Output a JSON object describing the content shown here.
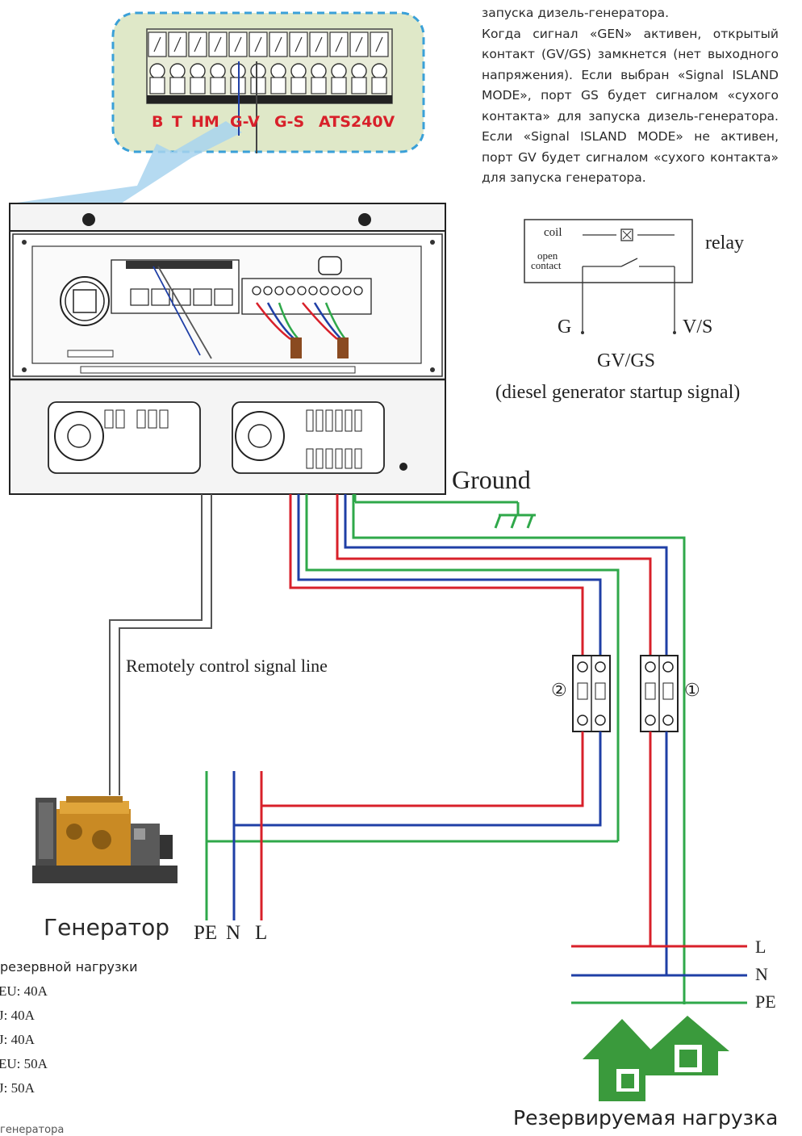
{
  "description": {
    "line1": "запуска дизель-генератора.",
    "paragraph": "Когда сигнал «GEN» активен, открытый контакт (GV/GS) замкнется (нет выходного напряжения). Если выбран «Signal ISLAND MODE», порт GS будет сигналом «сухого контакта» для запуска дизель-генератора. Если «Signal ISLAND MODE» не активен, порт GV будет сигналом «сухого контакта» для запуска генератора."
  },
  "terminal_labels": [
    "B",
    "T",
    "HM",
    "G-V",
    "G-S",
    "ATS240V"
  ],
  "relay": {
    "coil": "coil",
    "open_contact_1": "open",
    "open_contact_2": "contact",
    "relay": "relay",
    "g": "G",
    "vs": "V/S",
    "gvgs": "GV/GS",
    "caption": "(diesel generator startup signal)"
  },
  "ground_label": "Ground",
  "signal_line_label": "Remotely control signal line",
  "breaker_labels": [
    "②",
    "①"
  ],
  "generator_label": "Генератор",
  "gen_terminals": [
    "PE",
    "N",
    "L"
  ],
  "load_terminals": [
    "L",
    "N",
    "PE"
  ],
  "load_label": "Резервируемая нагрузка",
  "backup_header": "резервной нагрузки",
  "specs": [
    "EU: 40A",
    "J: 40A",
    "J: 40A",
    "EU: 50A",
    "J: 50A"
  ],
  "bottom_cut": "генератора",
  "colors": {
    "red": "#d8202a",
    "blue": "#1f3fa6",
    "green": "#2fa84a",
    "house": "#3a9a3c",
    "callout_bg": "#dfe8c8",
    "callout_border": "#3aa0d8",
    "arrow": "#a8d4ee"
  }
}
